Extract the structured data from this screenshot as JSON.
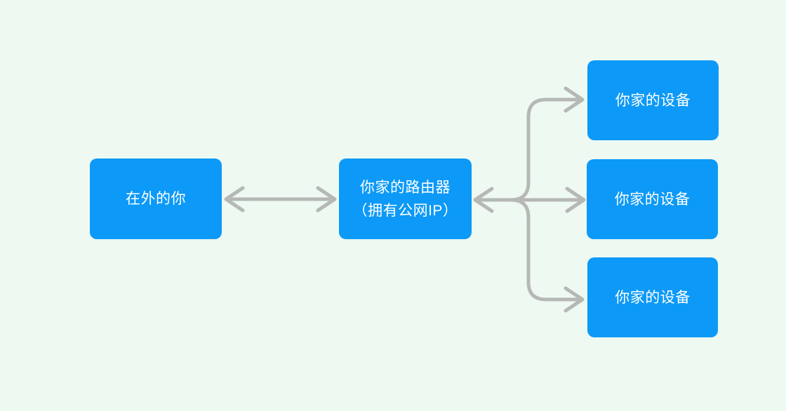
{
  "colors": {
    "background": "#eef9f1",
    "node_fill": "#0d99f7",
    "node_text": "#ffffff",
    "connector": "#b5b8b5"
  },
  "nodes": {
    "outside_user": {
      "label": "在外的你"
    },
    "router": {
      "label_line1": "你家的路由器",
      "label_line2": "（拥有公网IP）"
    },
    "devices": [
      {
        "label": "你家的设备"
      },
      {
        "label": "你家的设备"
      },
      {
        "label": "你家的设备"
      }
    ]
  },
  "edges": [
    {
      "from": "outside_user",
      "to": "router",
      "style": "double-headed-arrow"
    },
    {
      "from": "router",
      "to": "devices",
      "style": "branched-double-headed-arrow",
      "branches": 3
    }
  ]
}
